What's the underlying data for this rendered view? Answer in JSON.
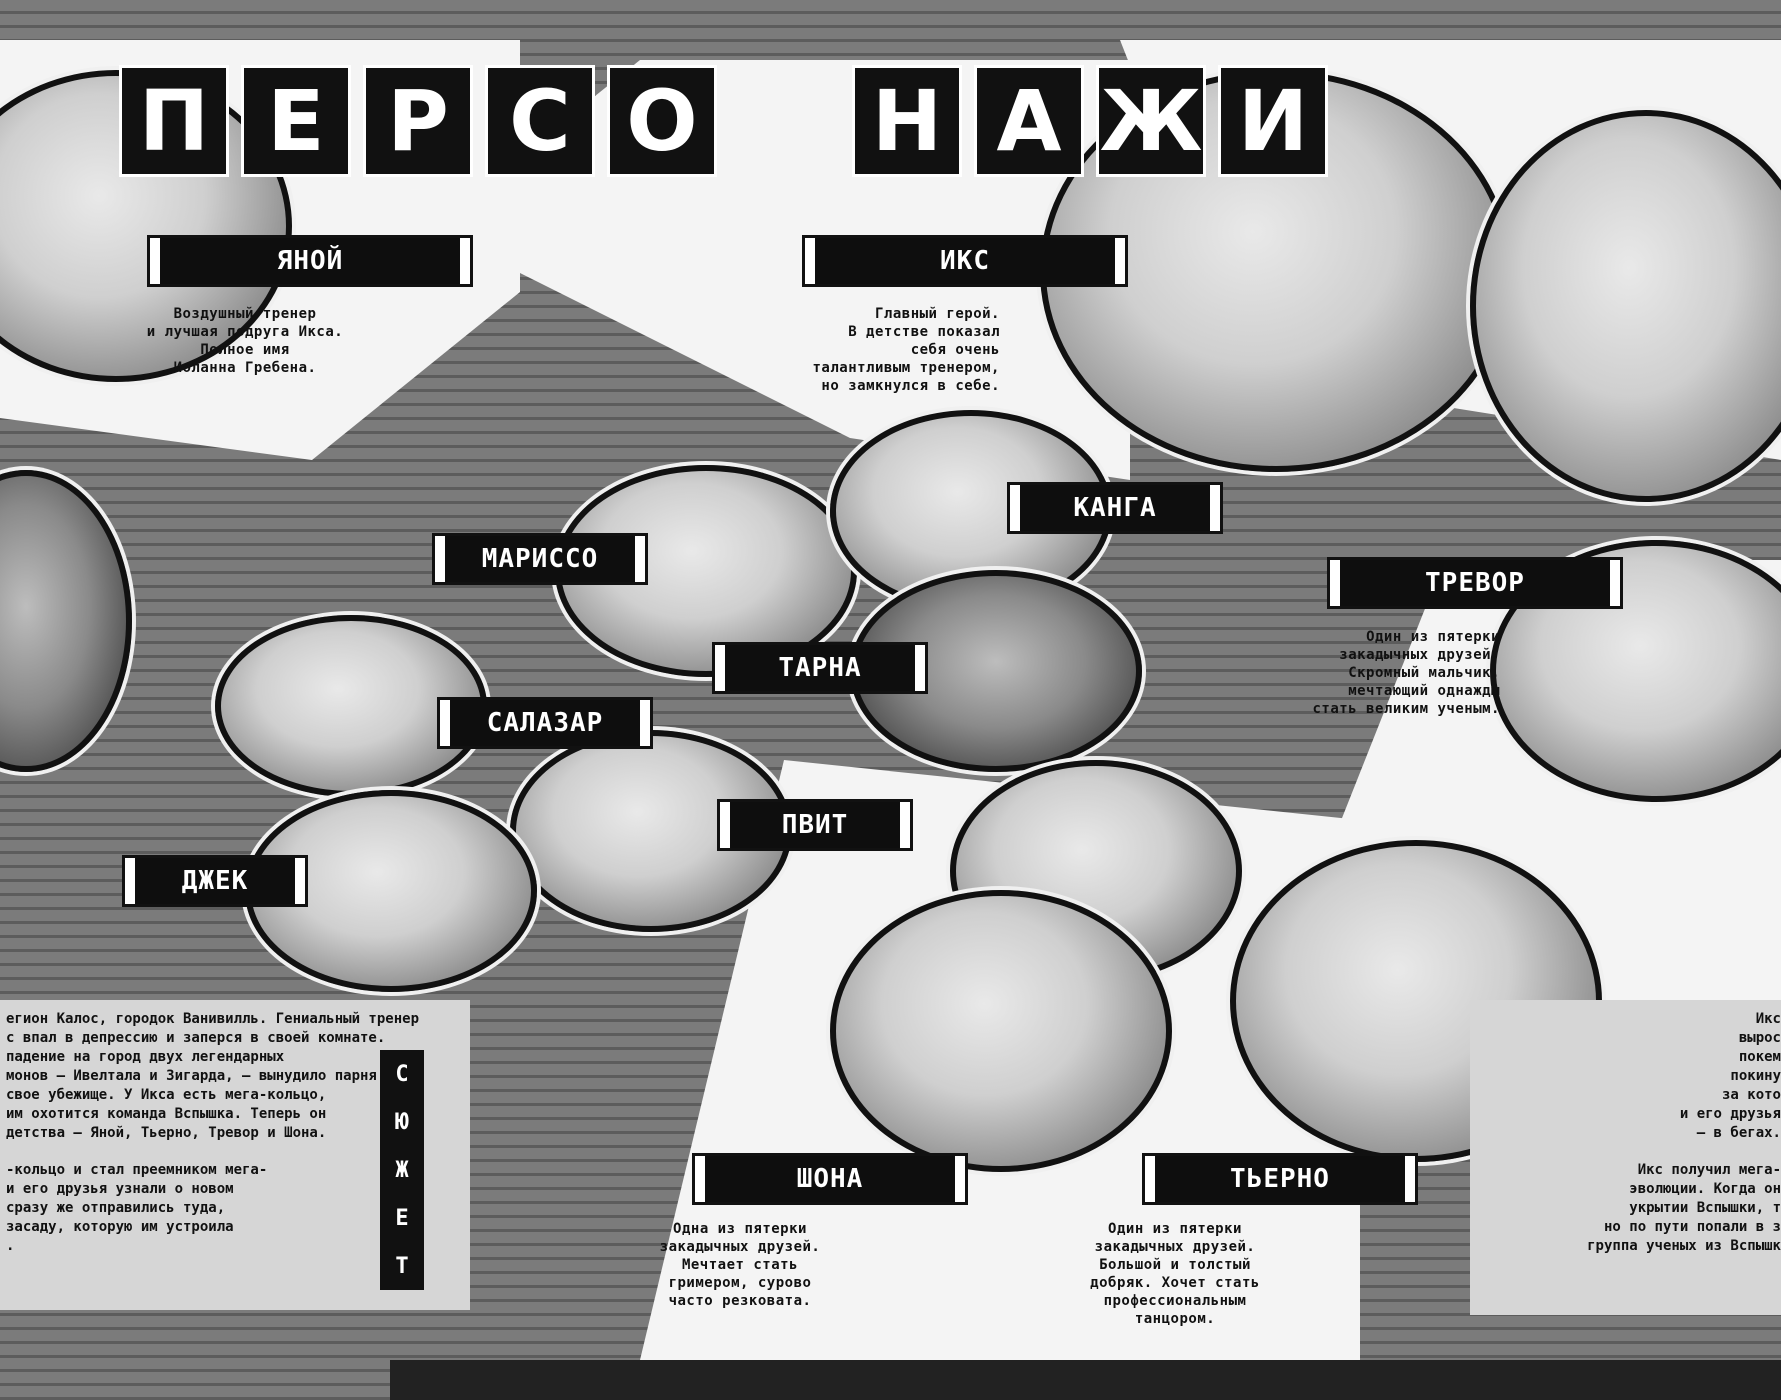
{
  "title_letters": [
    "П",
    "Е",
    "Р",
    "С",
    "О",
    "Н",
    "А",
    "Ж",
    "И"
  ],
  "characters": {
    "yanoy": {
      "name": "ЯНОЙ",
      "desc": [
        "Воздушный тренер",
        "и лучшая подруга Икса.",
        "Полное имя",
        "Иоланна Гребена."
      ]
    },
    "iks": {
      "name": "ИКС",
      "desc": [
        "Главный герой.",
        "В детстве показал",
        "себя очень",
        "талантливым тренером,",
        "но замкнулся в себе."
      ]
    },
    "kanga": {
      "name": "КАНГА"
    },
    "marisso": {
      "name": "МАРИССО"
    },
    "trevor": {
      "name": "ТРЕВОР",
      "desc": [
        "Один из пятерки",
        "закадычных друзей.",
        "Скромный мальчик,",
        "мечтающий однажды",
        "стать великим ученым."
      ]
    },
    "tarna": {
      "name": "ТАРНА"
    },
    "salazar": {
      "name": "САЛАЗАР"
    },
    "pvit": {
      "name": "ПВИТ"
    },
    "dzhek": {
      "name": "ДЖЕК"
    },
    "shona": {
      "name": "ШОНА",
      "desc": [
        "Одна из пятерки",
        "закадычных друзей.",
        "Мечтает стать",
        "гримером, сурово",
        "часто резковата."
      ]
    },
    "tierno": {
      "name": "ТЬЕРНО",
      "desc": [
        "Один из пятерки",
        "закадычных друзей.",
        "Большой и толстый",
        "добряк. Хочет стать",
        "профессиональным",
        "танцором."
      ]
    }
  },
  "plot": {
    "label": [
      "С",
      "Ю",
      "Ж",
      "Е",
      "Т"
    ],
    "paragraph_1": [
      "егион Калос, городок Ванивилль. Гениальный тренер",
      "с впал в депрессию и заперся в своей комнате.",
      "падение на город двух легендарных",
      "монов – Ивелтала и Зигарда, – вынудило парня",
      "свое убежище. У Икса есть мега-кольцо,",
      "им охотится команда Вспышка. Теперь он",
      "детства – Яной, Тьерно, Тревор и Шона."
    ],
    "paragraph_2": [
      "-кольцо и стал преемником мега-",
      "и его друзья узнали о новом",
      "сразу же отправились туда,",
      "засаду, которую им устроила",
      "."
    ]
  },
  "right_plot": {
    "paragraph_1": [
      "Икс",
      "вырос",
      "покем",
      "покину",
      "за кото",
      "и его друзья",
      "– в бегах."
    ],
    "paragraph_2": [
      "Икс получил мега-",
      "эволюции. Когда он",
      "укрытии Вспышки, т",
      "но по пути попали в з",
      "группа ученых из Вспышк"
    ]
  }
}
